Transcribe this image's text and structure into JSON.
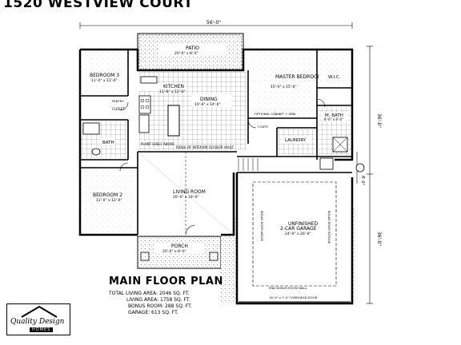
{
  "header": {
    "title": "1520 WESTVIEW COURT"
  },
  "plan": {
    "title": "MAIN FLOOR PLAN",
    "total_living": "TOTAL LIVING AREA: 2046 SQ. FT.",
    "living": "LIVING AREA: 1758 SQ. FT.",
    "bonus": "BONUS ROOM: 288 SQ. FT.",
    "garage": "GARAGE: 613 SQ. FT."
  },
  "dims": {
    "overall_width": "56'-0\"",
    "right_upper": "36'-0\"",
    "right_lower": "36'-0\"",
    "right_small": "8'-0\""
  },
  "rooms": {
    "patio": {
      "name": "PATIO",
      "size": "20'-0\" x 8'-0\""
    },
    "bedroom3": {
      "name": "BEDROOM 3",
      "size": "11'-0\" x 11'-0\""
    },
    "kitchen": {
      "name": "KITCHEN",
      "size": "11'-6\" x 12'-0\""
    },
    "dining": {
      "name": "DINING",
      "size": "10'-6\" x 14'-6\""
    },
    "master": {
      "name": "MASTER BEDROOM",
      "size": "15'-0\" x 15'-0\""
    },
    "wic": {
      "name": "W.I.C."
    },
    "mbath": {
      "name": "M. BATH",
      "size": "8'-6\" x 8'-0\""
    },
    "bath": {
      "name": "BATH"
    },
    "laundry": {
      "name": "LAUNDRY"
    },
    "bedroom2": {
      "name": "BEDROOM 2",
      "size": "11'-0\" x 12'-0\""
    },
    "living": {
      "name": "LIVING ROOM",
      "size": "20'-0\" x 18'-0\""
    },
    "garage": {
      "name": "UNFINISHED 2-CAR GARAGE",
      "size": "24'-0\" x 26'-0\""
    },
    "porch": {
      "name": "PORCH",
      "size": "20'-0\" x 8'-0\""
    }
  },
  "notes": {
    "ridge": "RIDGE OF INTERIOR SCISSOR VAULT",
    "plant_shelf": "PLANT SHELF ABOVE",
    "closet": "CLOSET",
    "pantry": "PANTRY",
    "coats": "COATS",
    "optional": "OPTIONAL CABINET + SINK",
    "stairs": "OPEN UPPER STAIRS",
    "bonus_wall": "END BONUS ROOM WALL",
    "garage_door": "16'-0\" x 7'-0\" OVERHEAD DOOR",
    "bonus_above": "BONUS ROOM ABOVE",
    "bonus_outline": "BONUS ROOM OUTLINE"
  },
  "logo": {
    "name": "Quality Design",
    "sub": "HOMES"
  }
}
